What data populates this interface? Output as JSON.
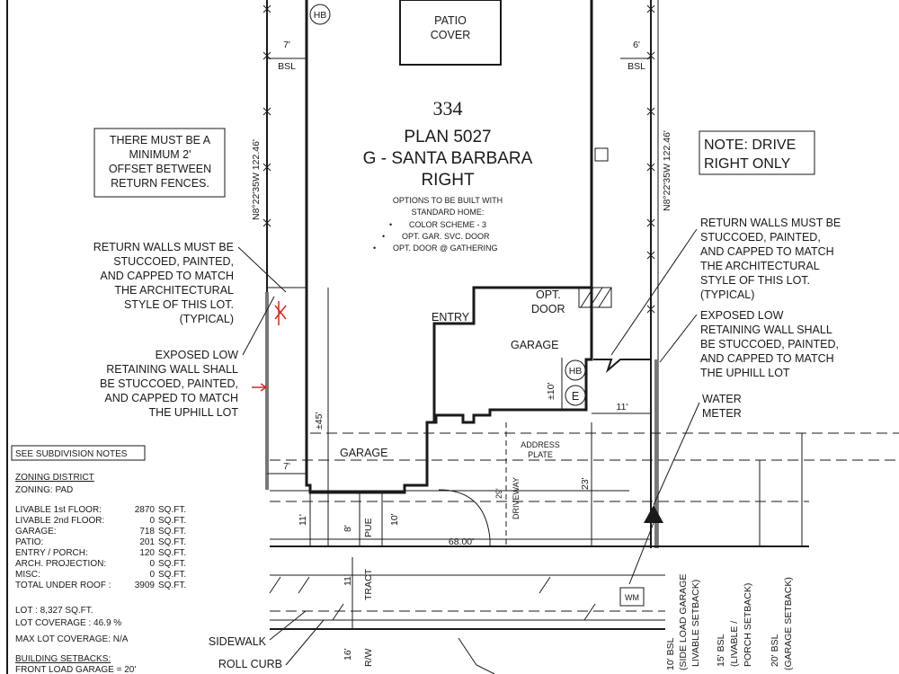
{
  "lot": {
    "number": "334",
    "plan": "PLAN 5027",
    "elevation": "G - SANTA BARBARA",
    "orientation": "RIGHT",
    "options_intro": [
      "OPTIONS TO BE BUILT WITH",
      "STANDARD HOME:"
    ],
    "options": [
      "COLOR SCHEME - 3",
      "OPT. GAR. SVC. DOOR",
      "OPT. DOOR @ GATHERING"
    ]
  },
  "rooms": {
    "patio_cover": [
      "PATIO",
      "COVER"
    ],
    "garage_main": "GARAGE",
    "garage_front": "GARAGE",
    "entry": "ENTRY",
    "opt_door": [
      "OPT.",
      "DOOR"
    ],
    "hb": "HB",
    "e": "E",
    "wm": "WM",
    "address_plate": [
      "ADDRESS",
      "PLATE"
    ],
    "driveway": "DRIVEWAY"
  },
  "dimensions": {
    "bsl_left": "7'",
    "bsl_right": "6'",
    "bsl": "BSL",
    "bearing_left": "N8°22'35W 122.46'",
    "bearing_right": "N8°22'35W 122.46'",
    "pm10": "±10'",
    "pm45": "±45'",
    "d11_right": "11'",
    "d7_bottom": "7'",
    "d29": "29'",
    "d23": "23'",
    "d11_left": "11'",
    "d8": "8'",
    "d10": "10'",
    "frontage": "68.00'",
    "d11_tract": "11'",
    "d16": "16'",
    "pue": "PUE",
    "tract": "TRACT",
    "rw": "R/W"
  },
  "notes": {
    "fence_offset": [
      "THERE MUST BE A",
      "MINIMUM 2'",
      "OFFSET BETWEEN",
      "RETURN FENCES."
    ],
    "drive_right": [
      "NOTE: DRIVE",
      "RIGHT ONLY"
    ],
    "return_walls_left": [
      "RETURN WALLS MUST BE",
      "STUCCOED, PAINTED,",
      "AND CAPPED TO MATCH",
      "THE ARCHITECTURAL",
      "STYLE OF THIS LOT.",
      "(TYPICAL)"
    ],
    "retaining_left": [
      "EXPOSED LOW",
      "RETAINING WALL SHALL",
      "BE STUCCOED, PAINTED,",
      "AND CAPPED TO MATCH",
      "THE UPHILL LOT"
    ],
    "return_walls_right": [
      "RETURN WALLS MUST BE",
      "STUCCOED, PAINTED,",
      "AND CAPPED TO MATCH",
      "THE ARCHITECTURAL",
      "STYLE OF THIS LOT.",
      "(TYPICAL)"
    ],
    "retaining_right": [
      "EXPOSED LOW",
      "RETAINING WALL SHALL",
      "BE STUCCOED, PAINTED,",
      "AND CAPPED TO MATCH",
      "THE UPHILL LOT"
    ],
    "water_meter": [
      "WATER",
      "METER"
    ],
    "sidewalk": "SIDEWALK",
    "roll_curb": "ROLL CURB"
  },
  "setbacks": {
    "side_load": [
      "10' BSL",
      "(SIDE LOAD GARAGE",
      "LIVABLE SETBACK)"
    ],
    "livable": [
      "15' BSL",
      "(LIVABLE /",
      "PORCH SETBACK)"
    ],
    "garage": [
      "20' BSL",
      "(GARAGE SETBACK)"
    ]
  },
  "table": {
    "see_notes": "SEE SUBDIVISION NOTES",
    "zoning_district": "ZONING DISTRICT",
    "zoning": "ZONING: PAD",
    "rows": [
      {
        "label": "LIVABLE 1st FLOOR:",
        "value": "2870",
        "unit": "SQ.FT."
      },
      {
        "label": "LIVABLE 2nd FLOOR:",
        "value": "0",
        "unit": "SQ.FT."
      },
      {
        "label": "GARAGE:",
        "value": "718",
        "unit": "SQ.FT."
      },
      {
        "label": "PATIO:",
        "value": "201",
        "unit": "SQ.FT."
      },
      {
        "label": "ENTRY / PORCH:",
        "value": "120",
        "unit": "SQ.FT."
      },
      {
        "label": "ARCH. PROJECTION:",
        "value": "0",
        "unit": "SQ.FT."
      },
      {
        "label": "MISC:",
        "value": "0",
        "unit": "SQ.FT."
      },
      {
        "label": "TOTAL UNDER ROOF :",
        "value": "3909",
        "unit": "SQ.FT."
      }
    ],
    "lot": "LOT :   8,327  SQ.FT.",
    "lot_coverage": "LOT COVERAGE :   46.9 %",
    "max_coverage": "MAX LOT COVERAGE: N/A",
    "building_setbacks": "BUILDING SETBACKS:",
    "front_load": "FRONT LOAD GARAGE   = 20'"
  },
  "colors": {
    "ink": "#1a1a1a",
    "marker": "#d62a1e",
    "wall": "#777777"
  }
}
